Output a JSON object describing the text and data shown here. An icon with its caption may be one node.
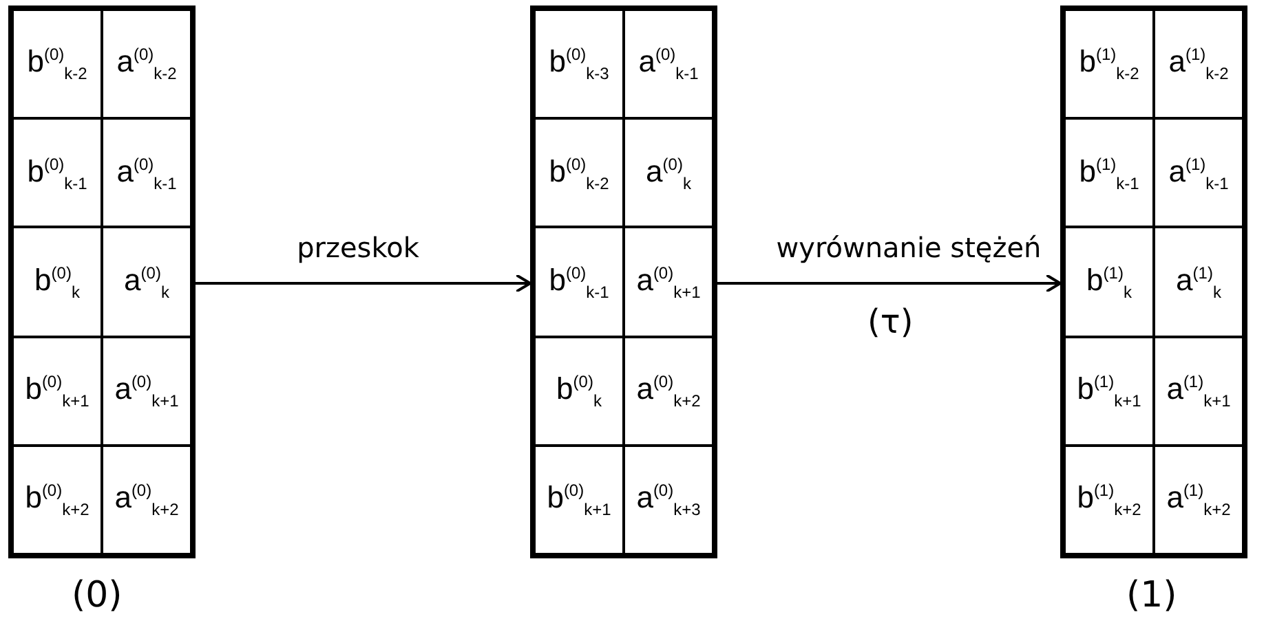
{
  "diagram": {
    "nodes": [
      {
        "text": [],
        "shape": "box",
        "beside": [
          "(0)"
        ]
      },
      {
        "text": [
          "b$^{(0)}$$_{k-2}$"
        ],
        "in": 0
      },
      {
        "text": [
          "a$^{(0)}$$_{k-2}$"
        ],
        "in": 0
      },
      {
        "text": [
          "b$^{(0)}$$_{k-1}$"
        ],
        "in": 0
      },
      {
        "text": [
          "a$^{(0)}$$_{k-1}$"
        ],
        "in": 0
      },
      {
        "text": [
          "b$^{(0)}$$_{k}$"
        ],
        "in": 0
      },
      {
        "text": [
          "a$^{(0)}$$_{k}$"
        ],
        "in": 0
      },
      {
        "text": [
          "b$^{(0)}$$_{k+1}$"
        ],
        "in": 0
      },
      {
        "text": [
          "a$^{(0)}$$_{k+1}$"
        ],
        "in": 0
      },
      {
        "text": [
          "b$^{(0)}$$_{k+2}$"
        ],
        "in": 0
      },
      {
        "text": [
          "a$^{(0)}$$_{k+2}$"
        ],
        "in": 0
      },
      {
        "text": [],
        "shape": "box"
      },
      {
        "text": [
          "b$^{(0)}$$_{k-3}$"
        ],
        "in": 11
      },
      {
        "text": [
          "a$^{(0)}$$_{k-1}$"
        ],
        "in": 11
      },
      {
        "text": [
          "b$^{(0)}$$_{k-2}$"
        ],
        "in": 11
      },
      {
        "text": [
          "a$^{(0)}$$_{k}$"
        ],
        "in": 11
      },
      {
        "text": [
          "b$^{(0)}$$_{k-1}$"
        ],
        "in": 11
      },
      {
        "text": [
          "a$^{(0)}$$_{k+1}$"
        ],
        "in": 11
      },
      {
        "text": [
          "b$^{(0)}$$_{k}$"
        ],
        "in": 11
      },
      {
        "text": [
          "a$^{(0)}$$_{k+2}$"
        ],
        "in": 11
      },
      {
        "text": [
          "b$^{(0)}$$_{k+1}$"
        ],
        "in": 11
      },
      {
        "text": [
          "a$^{(0)}$$_{k+3}$"
        ],
        "in": 11
      },
      {
        "text": [],
        "shape": "box",
        "beside": [
          "(1)"
        ]
      },
      {
        "text": [
          "b$^{(1)}$$_{k-2}$"
        ],
        "in": 22
      },
      {
        "text": [
          "a$^{(1)}$$_{k-2}$"
        ],
        "in": 22
      },
      {
        "text": [
          "b$^{(1)}$$_{k-1}$"
        ],
        "in": 22
      },
      {
        "text": [
          "a$^{(1)}$$_{k-1}$"
        ],
        "in": 22
      },
      {
        "text": [
          "b$^{(1)}$$_{k}$"
        ],
        "in": 22
      },
      {
        "text": [
          "a$^{(1)}$$_{k}$"
        ],
        "in": 22
      },
      {
        "text": [
          "b$^{(1)}$$_{k+1}$"
        ],
        "in": 22
      },
      {
        "text": [
          "a$^{(1)}$$_{k+1}$"
        ],
        "in": 22
      },
      {
        "text": [
          "b$^{(1)}$$_{k+2}$"
        ],
        "in": 22
      },
      {
        "text": [
          "a$^{(1)}$$_{k+2}$"
        ],
        "in": 22
      }
    ],
    "edges": [
      {
        "from": 0,
        "to": 11,
        "arrow": "to",
        "label": "przeskok"
      },
      {
        "from": 11,
        "to": 22,
        "arrow": "to",
        "label": "wyrównanie stężeń"
      }
    ],
    "labels": [
      "(τ)"
    ]
  }
}
